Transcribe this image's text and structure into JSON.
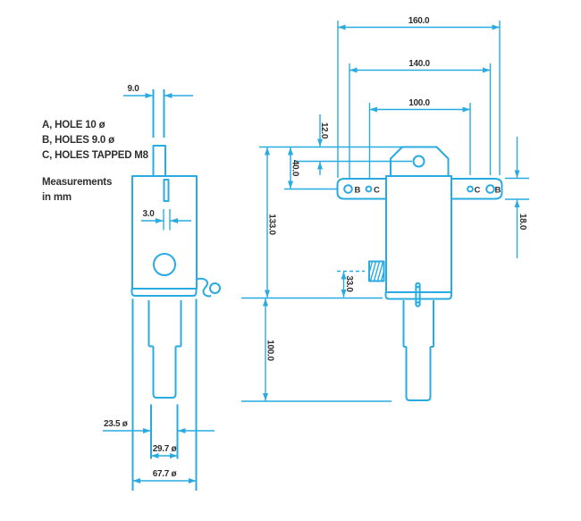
{
  "colors": {
    "line": "#29ABE2",
    "text": "#2F2F31",
    "background": "#FFFFFF"
  },
  "notes": {
    "hole_a": "A, HOLE 10 ø",
    "hole_b": "B, HOLES 9.0 ø",
    "hole_c": "C, HOLES TAPPED M8",
    "units_line1": "Measurements",
    "units_line2": "in mm"
  },
  "front_view": {
    "dim_rod_width": "9.0",
    "dim_slot_width": "3.0",
    "dim_inner_shaft_dia": "23.5 ø",
    "dim_mid_shaft_dia": "29.7 ø",
    "dim_base_dia": "67.7 ø"
  },
  "side_view": {
    "dim_overall_span": "160.0",
    "dim_b_holes_span": "140.0",
    "dim_c_holes_span": "100.0",
    "dim_top_to_hole_a": "12.0",
    "dim_top_to_arm_holes": "40.0",
    "dim_body_height": "133.0",
    "dim_shaft_extension": "100.0",
    "dim_knob_offset": "33.0",
    "dim_arm_thickness": "18.0",
    "left_arm_hole_b": "B",
    "left_arm_hole_c": "C",
    "right_arm_hole_c": "C",
    "right_arm_hole_b": "B"
  }
}
